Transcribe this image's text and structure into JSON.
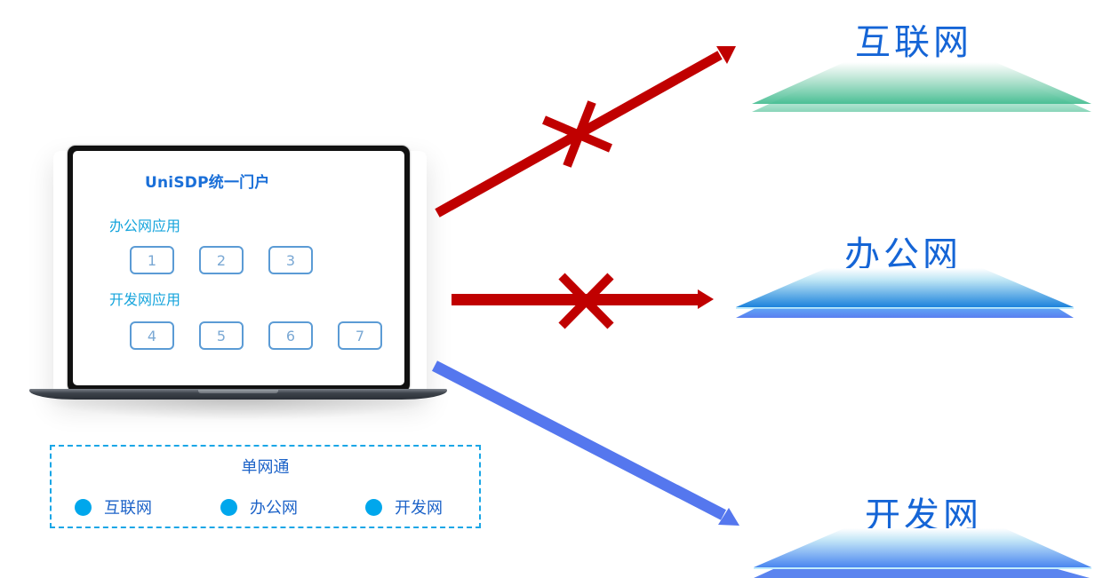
{
  "portal": {
    "title": "UniSDP统一门户",
    "sections": [
      {
        "label": "办公网应用",
        "apps": [
          "1",
          "2",
          "3"
        ]
      },
      {
        "label": "开发网应用",
        "apps": [
          "4",
          "5",
          "6",
          "7"
        ]
      }
    ]
  },
  "legend": {
    "title": "单网通",
    "items": [
      {
        "label": "互联网",
        "color": "#00a7ec"
      },
      {
        "label": "办公网",
        "color": "#00a7ec"
      },
      {
        "label": "开发网",
        "color": "#00a7ec"
      }
    ]
  },
  "networks": [
    {
      "label": "互联网",
      "theme": "green",
      "connection": "blocked",
      "arrow_color": "#c00000"
    },
    {
      "label": "办公网",
      "theme": "blue",
      "connection": "blocked",
      "arrow_color": "#c00000"
    },
    {
      "label": "开发网",
      "theme": "blue",
      "connection": "allowed",
      "arrow_color": "#5577ee"
    }
  ],
  "colors": {
    "blocked": "#c00000",
    "allowed": "#5577ee",
    "title_blue": "#1565d6",
    "accent_cyan": "#00a7ec"
  }
}
